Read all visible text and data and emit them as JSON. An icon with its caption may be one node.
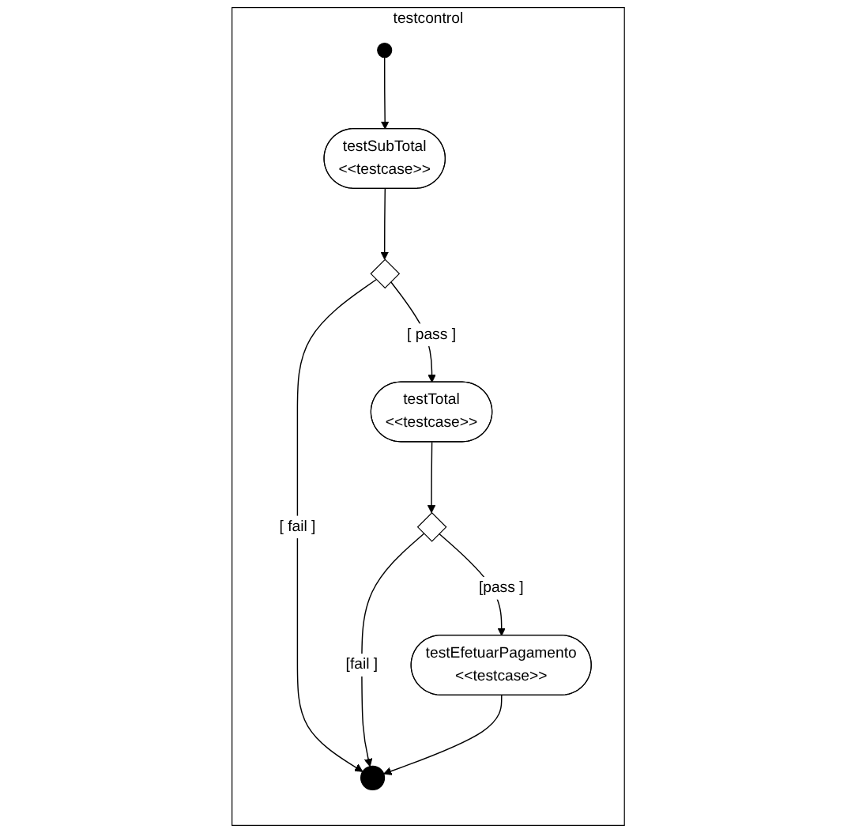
{
  "diagram": {
    "nodes": [
      {
        "text": [
          "testcontrol"
        ]
      },
      {
        "text": [],
        "shape": "circle",
        "in": 0
      },
      {
        "text": [
          "testSubTotal",
          "<<testcase>>"
        ],
        "in": 0
      },
      {
        "text": [],
        "shape": "diamond",
        "in": 0
      },
      {
        "text": [
          "testTotal",
          "<<testcase>>"
        ],
        "in": 0
      },
      {
        "text": [],
        "shape": "diamond",
        "in": 0
      },
      {
        "text": [
          "testEfetuarPagamento",
          "<<testcase>>"
        ],
        "in": 0
      },
      {
        "text": [],
        "shape": "circle",
        "in": 0
      }
    ],
    "edges": [
      {
        "from": 1,
        "to": 2,
        "arrow": "to"
      },
      {
        "from": 2,
        "to": 3,
        "arrow": "to"
      },
      {
        "from": 3,
        "to": 4,
        "arrow": "to",
        "label": "[ pass ]"
      },
      {
        "from": 3,
        "to": 7,
        "arrow": "to",
        "label": "[ fail ]"
      },
      {
        "from": 4,
        "to": 5,
        "arrow": "to"
      },
      {
        "from": 5,
        "to": 6,
        "arrow": "to",
        "label": "[pass ]"
      },
      {
        "from": 5,
        "to": 7,
        "arrow": "to",
        "label": "[fail ]"
      },
      {
        "from": 6,
        "to": 7,
        "arrow": "to"
      }
    ]
  }
}
